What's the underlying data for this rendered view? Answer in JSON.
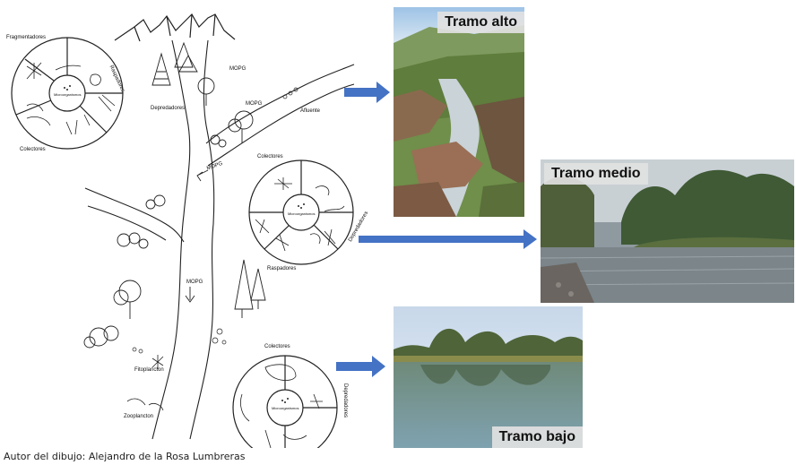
{
  "drawing": {
    "guild_labels": {
      "fragmentadores": "Fragmentadores",
      "colectores_top": "Colectores",
      "raspadores_top": "Raspadores",
      "depredadores_top": "Depredadores",
      "colectores_mid": "Colectores",
      "raspadores_mid": "Raspadores",
      "depredadores_mid": "Depredadores",
      "colectores_bot": "Colectores",
      "depredadores_bot": "Depredadores"
    },
    "center_labels": {
      "top": "Microorganismos",
      "mid": "Microorganismos",
      "bot": "Microorganismos"
    },
    "river_labels": {
      "mopg_1": "MOPG",
      "mopg_2": "MOPG",
      "mopg_3": "MOPG",
      "mopg_4": "MOPG",
      "afluente": "Afluente",
      "fitoplancton": "Fitoplancton",
      "zooplancton": "Zooplancton"
    }
  },
  "photos": {
    "alto": {
      "title": "Tramo alto"
    },
    "medio": {
      "title": "Tramo medio"
    },
    "bajo": {
      "title": "Tramo bajo"
    }
  },
  "caption": "Autor del dibujo: Alejandro de la Rosa Lumbreras",
  "colors": {
    "arrow": "#4472C4"
  }
}
